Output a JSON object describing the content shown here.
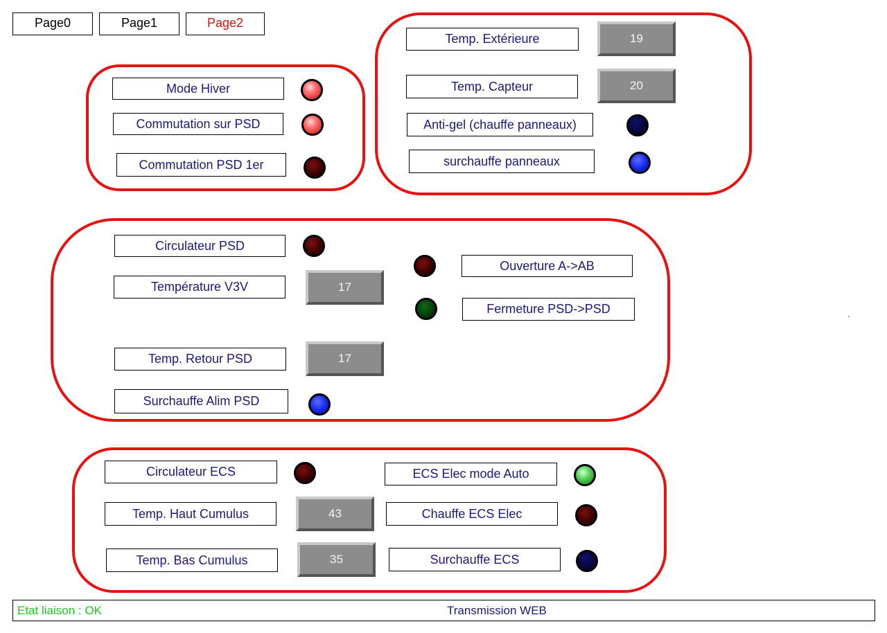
{
  "tabs": [
    "Page0",
    "Page1",
    "Page2"
  ],
  "group_mode": {
    "mode_hiver": "Mode Hiver",
    "commutation_sur_psd": "Commutation sur PSD",
    "commutation_psd_1er": "Commutation PSD 1er"
  },
  "group_panels": {
    "temp_exterieure": "Temp. Extérieure",
    "temp_exterieure_value": "19",
    "temp_capteur": "Temp. Capteur",
    "temp_capteur_value": "20",
    "anti_gel": "Anti-gel (chauffe panneaux)",
    "surchauffe_panneaux": "surchauffe panneaux"
  },
  "group_psd": {
    "circulateur_psd": "Circulateur PSD",
    "temperature_v3v": "Température V3V",
    "temperature_v3v_value": "17",
    "temp_retour_psd": "Temp. Retour PSD",
    "temp_retour_psd_value": "17",
    "surchauffe_alim_psd": "Surchauffe Alim PSD",
    "ouverture": "Ouverture A->AB",
    "fermeture": "Fermeture PSD->PSD"
  },
  "group_ecs": {
    "circulateur_ecs": "Circulateur ECS",
    "temp_haut_cumulus": "Temp. Haut Cumulus",
    "temp_haut_cumulus_value": "43",
    "temp_bas_cumulus": "Temp. Bas Cumulus",
    "temp_bas_cumulus_value": "35",
    "ecs_elec_mode_auto": "ECS Elec mode Auto",
    "chauffe_ecs_elec": "Chauffe ECS Elec",
    "surchauffe_ecs": "Surchauffe ECS"
  },
  "status": {
    "etat_liaison": "Etat liaison : OK",
    "transmission": "Transmission WEB"
  },
  "colors": {
    "frame": "#e41414",
    "label_text": "#1a1a7a",
    "active_tab": "#e01010",
    "status_ok": "#22c422"
  }
}
